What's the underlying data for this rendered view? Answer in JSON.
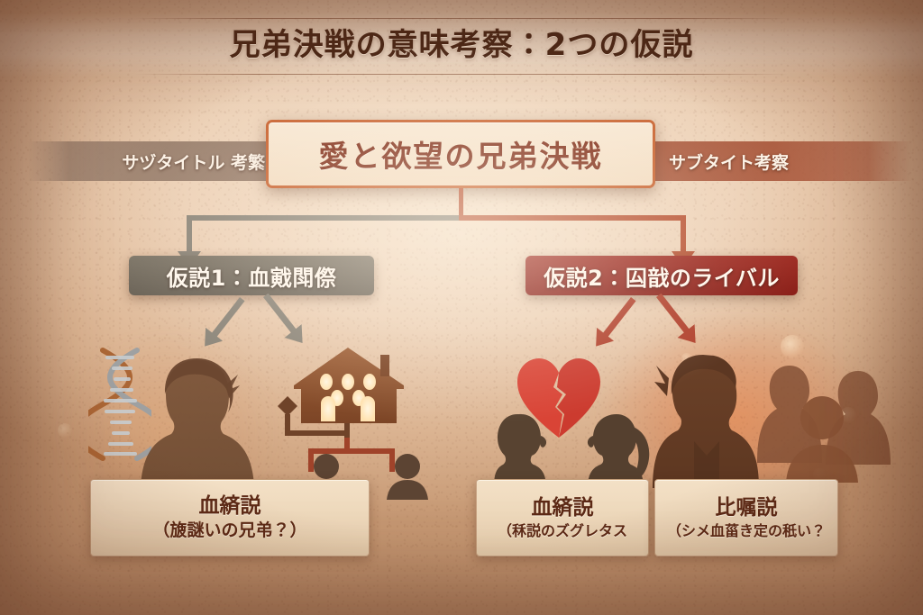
{
  "page": {
    "title": "兄弟決戦の意味考察：2つの仮説"
  },
  "banners": {
    "left": "サヅタイトル 考繁",
    "right": "サブタイト考察"
  },
  "hero": {
    "label": "愛と欲望の兄弟決戦"
  },
  "hypotheses": [
    {
      "id": "hypothesis-1",
      "label": "仮説1：血戭閗傺",
      "color": "#6c6458"
    },
    {
      "id": "hypothesis-2",
      "label": "仮説2：囜戠のライバル",
      "color": "#8a1f18"
    }
  ],
  "captions": [
    {
      "id": "caption-1",
      "head": "血緕説",
      "sub": "（旇謎いの兄弚？）"
    },
    {
      "id": "caption-2",
      "head": "血緕説",
      "sub": "（秝説のズグレタス"
    },
    {
      "id": "caption-3",
      "head": "比嘱説",
      "sub": "（シメ血菑き定の秖い？"
    }
  ],
  "icons": {
    "dna": "dna-helix-icon",
    "person_left": "person-silhouette-icon",
    "house": "house-icon",
    "family_tree": "family-tree-icon",
    "broken_heart": "broken-heart-icon",
    "boy": "boy-silhouette-icon",
    "girl": "girl-silhouette-icon",
    "person_right": "person-silhouette-icon",
    "group": "people-group-icon"
  },
  "colors": {
    "background": "#e9cfb4",
    "title_text": "#4e2a18",
    "hero_border": "#c8622f",
    "hero_text": "#7e2b16",
    "gray_branch": "#8c867a",
    "red_branch": "#b85334",
    "caption_bg": "#f0dcc0",
    "caption_text": "#5d2a16",
    "heart_red": "#d94436"
  }
}
